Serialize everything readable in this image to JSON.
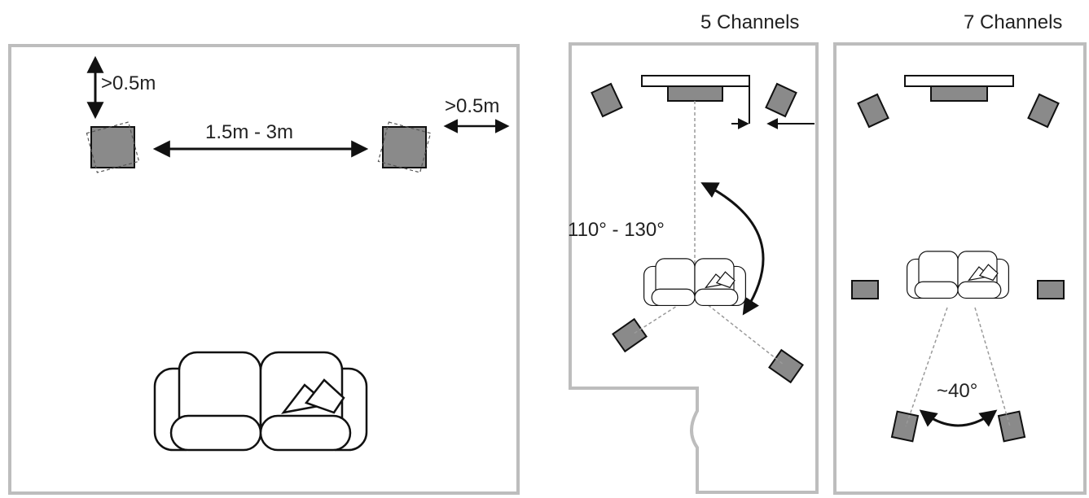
{
  "left_panel": {
    "vertical_clearance_label": ">0.5m",
    "spacing_label": "1.5m - 3m",
    "side_clearance_label": ">0.5m"
  },
  "five_channel_panel": {
    "title": "5 Channels",
    "angle_label": "110° - 130°"
  },
  "seven_channel_panel": {
    "title": "7 Channels",
    "angle_label": "~40°"
  },
  "colors": {
    "wall": "#bdbdbd",
    "speaker_fill": "#8a8a8a",
    "line": "#111111",
    "guide_line": "#9a9a9a"
  },
  "icons": {
    "speaker": "speaker-icon",
    "sofa": "sofa-icon",
    "tv": "tv-icon"
  }
}
